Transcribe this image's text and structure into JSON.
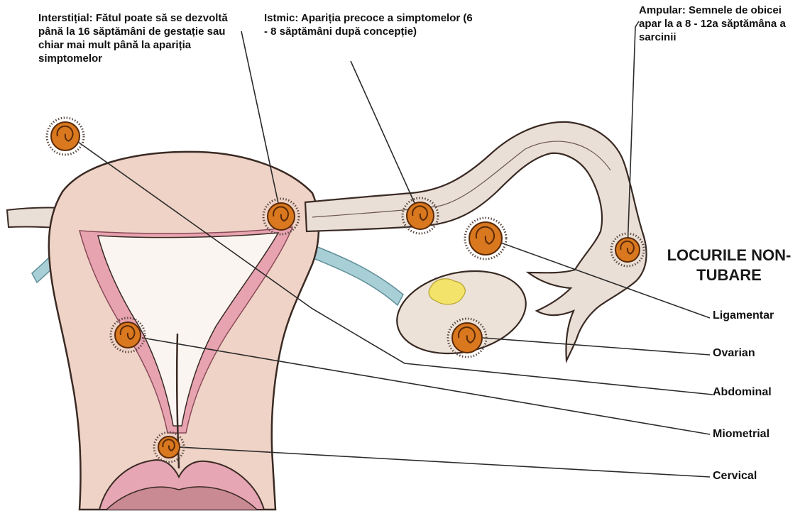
{
  "annotations": {
    "interstitial": {
      "title": "Interstițial:",
      "text": "Fătul poate să se dezvoltă până la 16 săptămâni de gestație sau chiar mai mult până la apariția simptomelor"
    },
    "istmic": {
      "title": "Istmic:",
      "text": "Apariția precoce a simptomelor (6 - 8 săptămâni după concepție)"
    },
    "ampular": {
      "title": "Ampular:",
      "text": "Semnele de obicei apar la a 8 - 12a săptămâna a sarcinii"
    }
  },
  "non_tubal_heading": "LOCURILE NON-TUBARE",
  "sites": {
    "ligamentar": "Ligamentar",
    "ovarian": "Ovarian",
    "abdominal": "Abdominal",
    "miometrial": "Miometrial",
    "cervical": "Cervical"
  },
  "colors": {
    "uterus_fill": "#efd3c6",
    "uterus_outline": "#3a2a24",
    "endometrium": "#e8a3b1",
    "cavity": "#fbf5f2",
    "tube_fill": "#eadfd6",
    "ovary_fill": "#ece2d8",
    "ligament": "#a9cfd6",
    "embryo": "#d9781e",
    "embryo_dark": "#5a2a08",
    "follicle": "#f3e36a",
    "leader": "#2b2b2b"
  }
}
